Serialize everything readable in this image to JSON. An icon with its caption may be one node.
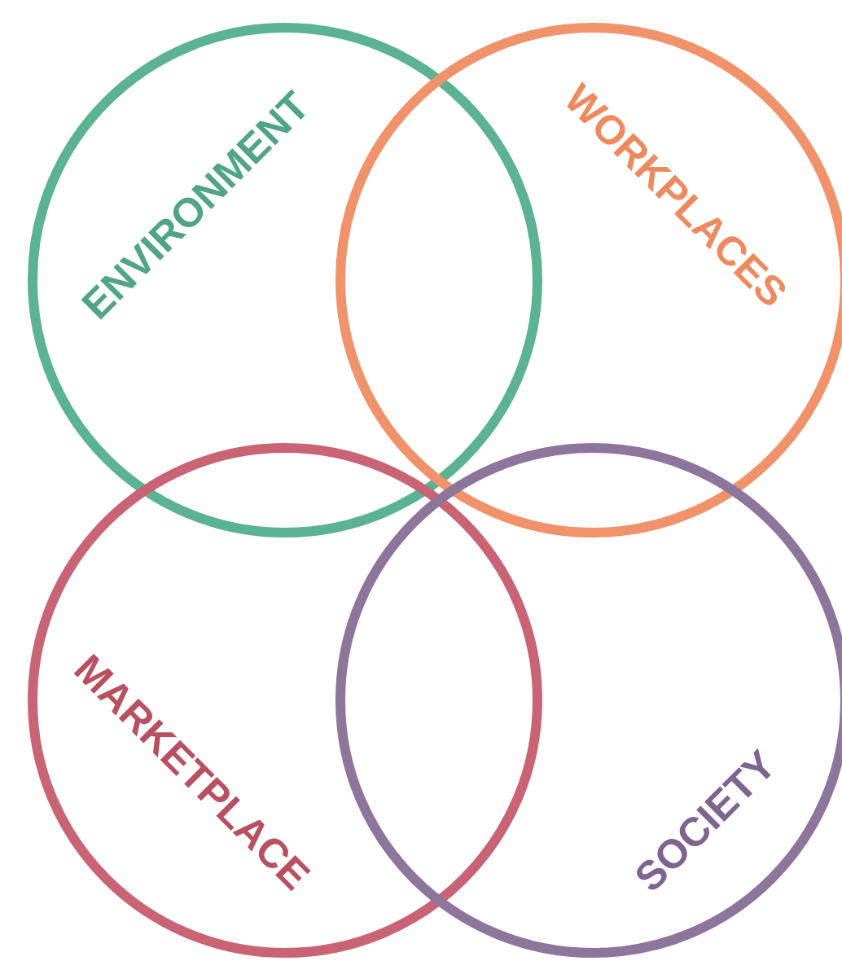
{
  "diagram": {
    "nodes": [
      {
        "text": [
          "ENVIRONMENT"
        ]
      },
      {
        "text": [
          "WORKPLACES"
        ]
      },
      {
        "text": [
          "MARKETPLACE"
        ]
      },
      {
        "text": [
          "SOCIETY"
        ]
      }
    ]
  }
}
